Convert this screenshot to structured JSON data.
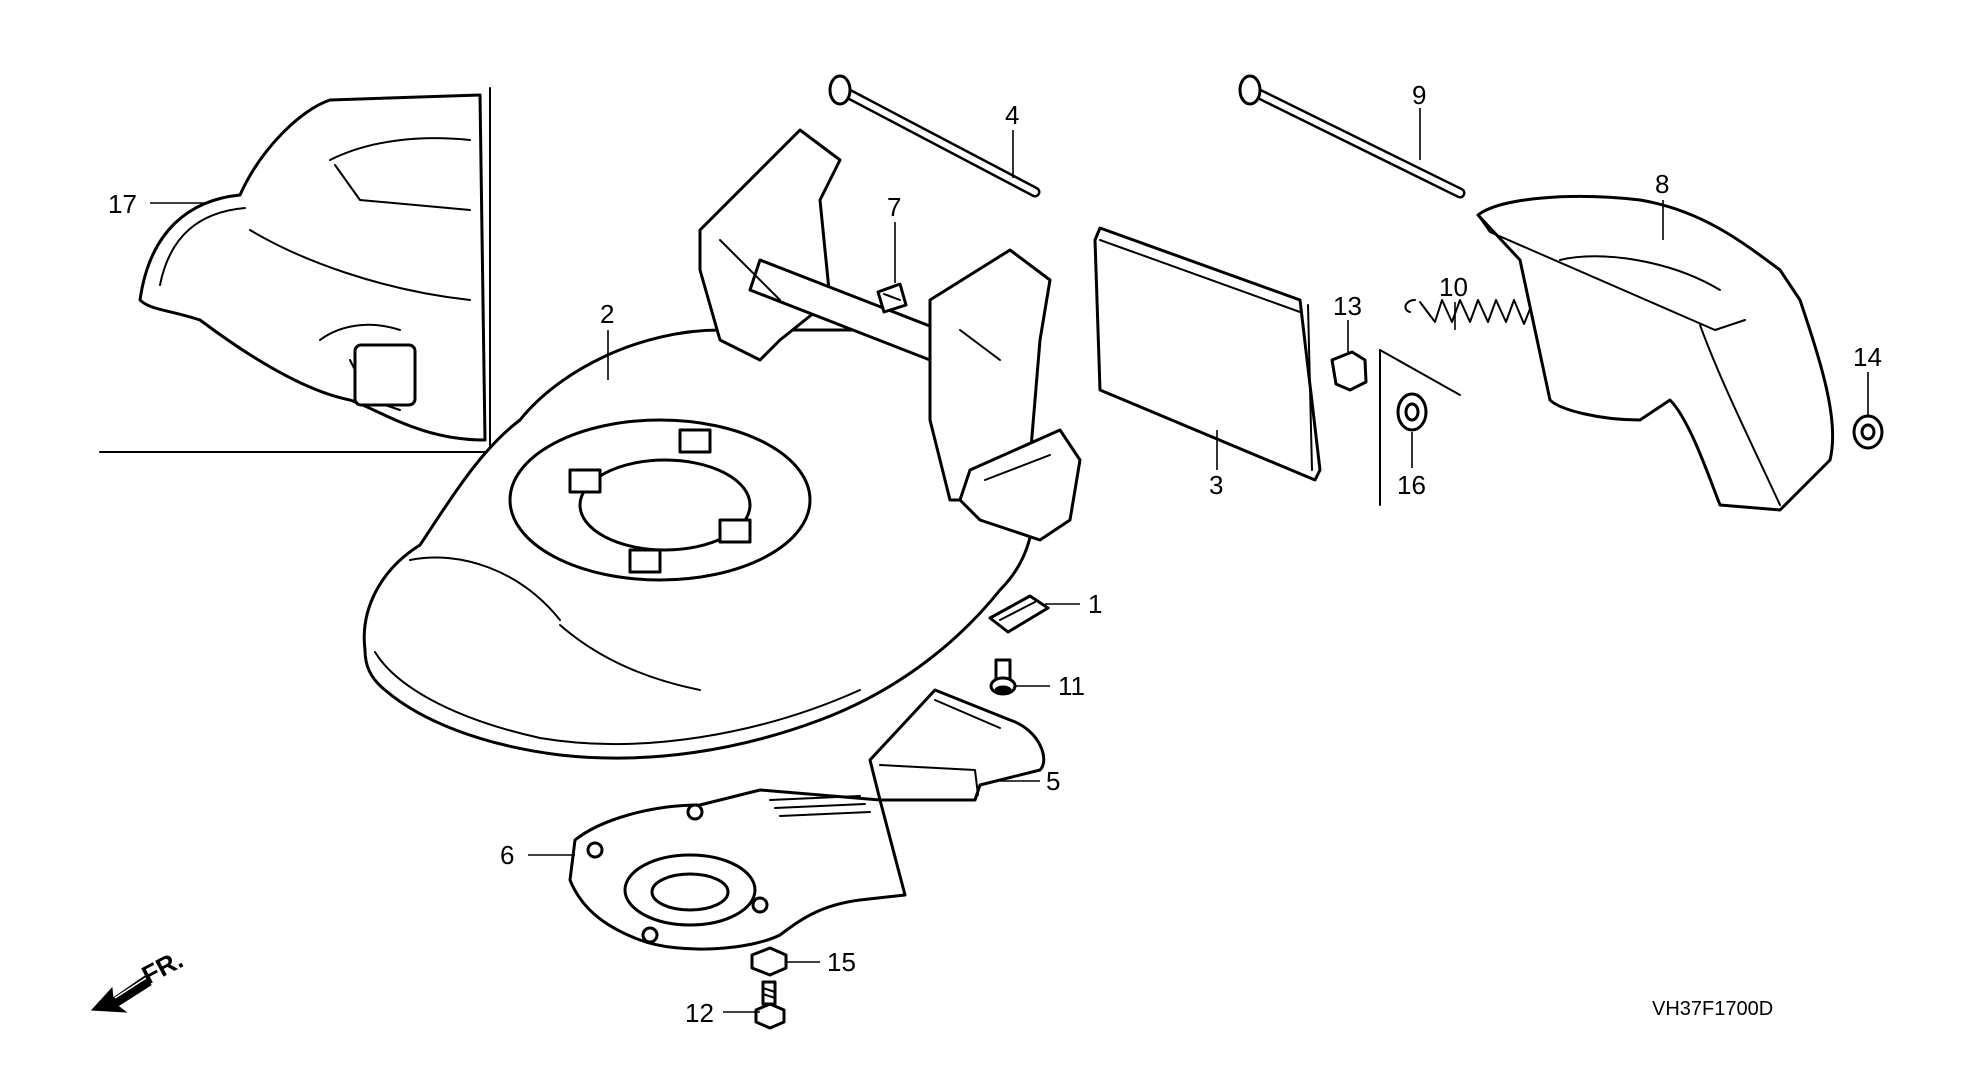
{
  "diagram_code": "VH37F1700D",
  "front_indicator": "FR.",
  "callouts": {
    "p1": "1",
    "p2": "2",
    "p3": "3",
    "p4": "4",
    "p5": "5",
    "p6": "6",
    "p7": "7",
    "p8": "8",
    "p9": "9",
    "p10": "10",
    "p11": "11",
    "p12": "12",
    "p13": "13",
    "p14": "14",
    "p15": "15",
    "p16": "16",
    "p17": "17"
  }
}
